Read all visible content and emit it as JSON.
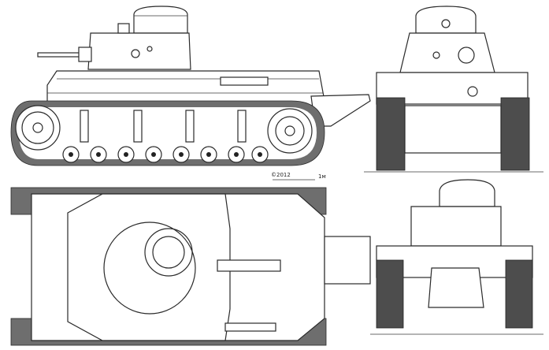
{
  "drawing": {
    "copyright": "©2012",
    "scale_label": "1м"
  },
  "views": [
    {
      "id": "side",
      "name": "side-view"
    },
    {
      "id": "front",
      "name": "front-view"
    },
    {
      "id": "top",
      "name": "top-view"
    },
    {
      "id": "rear",
      "name": "rear-view"
    }
  ],
  "colors": {
    "ink": "#2a2a2a",
    "tread": "#6e6e6e",
    "paper": "#ffffff"
  }
}
